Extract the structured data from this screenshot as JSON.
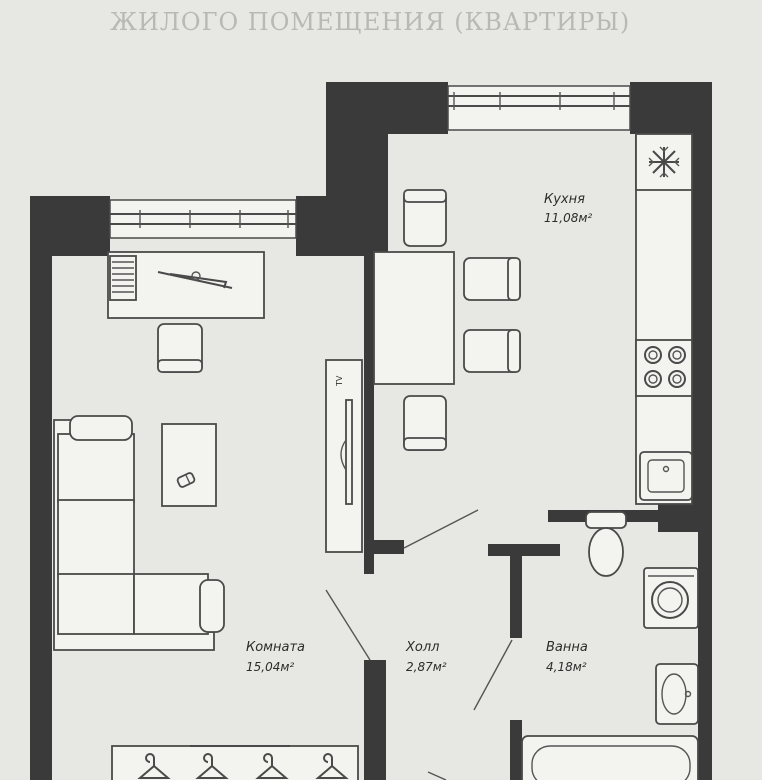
{
  "header": {
    "title": "ЖИЛОГО ПОМЕЩЕНИЯ (КВАРТИРЫ)"
  },
  "rooms": {
    "kitchen": {
      "name": "Кухня",
      "area": "11,08м²"
    },
    "living": {
      "name": "Комната",
      "area": "15,04м²"
    },
    "hall": {
      "name": "Холл",
      "area": "2,87м²"
    },
    "bath": {
      "name": "Ванна",
      "area": "4,18м²"
    }
  },
  "furniture": {
    "tv_label": "TV"
  },
  "icons": {
    "fridge": "snowflake-icon"
  },
  "colors": {
    "wall": "#3a3a3a",
    "paper": "#e7e7e3",
    "furniture": "#f3f3f0"
  }
}
